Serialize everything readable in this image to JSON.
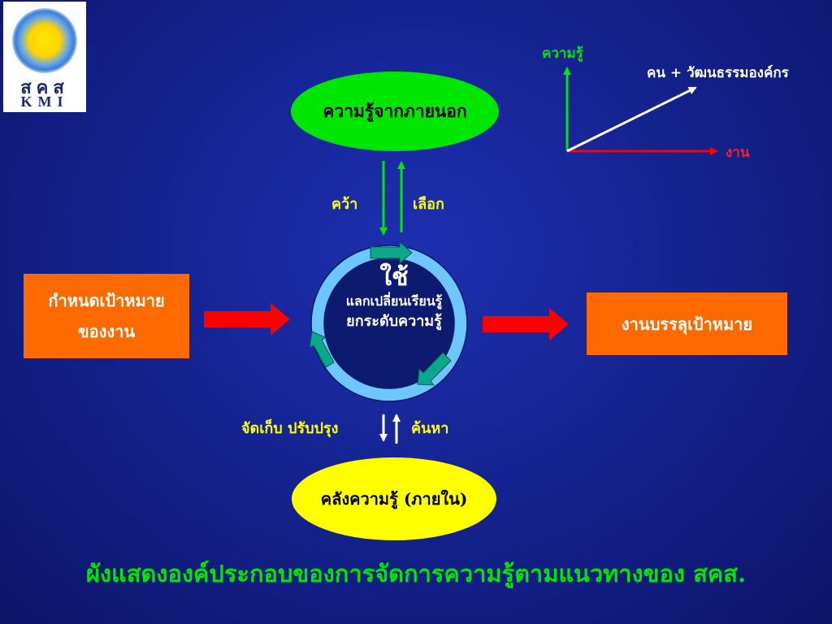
{
  "logo": {
    "thai": "สคส",
    "en": "KMI"
  },
  "external_knowledge": "ความรู้จากภายนอก",
  "grab_label": "คว้า",
  "select_label": "เลือก",
  "center": {
    "use": "ใช้",
    "exchange": "แลกเปลี่ยนเรียนรู้",
    "upgrade": "ยกระดับความรู้"
  },
  "goal_box": {
    "line1": "กำหนดเป้าหมาย",
    "line2": "ของงาน"
  },
  "result_box": "งานบรรลุเป้าหมาย",
  "store_improve_label": "จัดเก็บ  ปรับปรุง",
  "search_label": "ค้นหา",
  "knowledge_store": "คลังความรู้ (ภายใน)",
  "graph": {
    "y_label": "ความรู้",
    "x_label": "งาน",
    "diag_label": "คน + วัฒนธรรมองค์กร"
  },
  "caption": "ผังแสดงองค์ประกอบของการจัดการความรู้ตามแนวทางของ สคส.",
  "colors": {
    "green": "#00e600",
    "yellow": "#ffff00",
    "orange": "#ff6a00",
    "red": "#ff0000",
    "ring": "#6ec6ff",
    "teal": "#0aa88a"
  }
}
